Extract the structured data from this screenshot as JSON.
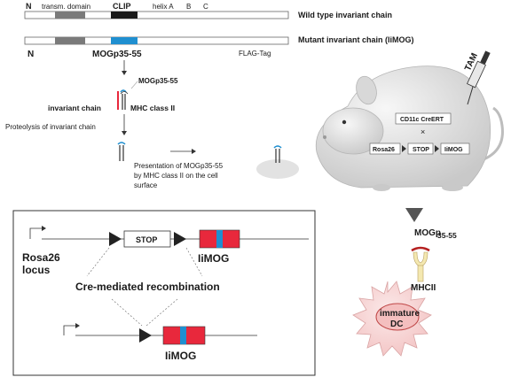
{
  "top": {
    "wt": {
      "n": "N",
      "transm": "transm. domain",
      "clip": "CLIP",
      "helix": "helix A",
      "b": "B",
      "c": "C",
      "title": "Wild type invariant chain"
    },
    "mut": {
      "n": "N",
      "mog": "MOGp35-55",
      "flag": "FLAG-Tag",
      "title": "Mutant invariant chain (IiMOG)"
    }
  },
  "process": {
    "mog_label": "MOGp35-55",
    "invariant_chain": "invariant chain",
    "mhc_class": "MHC class II",
    "proteolysis": "Proteolysis of invariant chain",
    "presentation_line1": "Presentation of MOGp35-55",
    "presentation_line2": "by MHC class II on the cell",
    "presentation_line3": "surface"
  },
  "mouse": {
    "tam": "TAM",
    "cd11c": "CD11c CreERT",
    "cross": "×",
    "rosa26": "Rosa26",
    "stop": "STOP",
    "iimog": "IiMOG"
  },
  "locus_box": {
    "stop": "STOP",
    "rosa26_line1": "Rosa26",
    "rosa26_line2": "locus",
    "iimog_top": "IiMOG",
    "recombination": "Cre-mediated recombination",
    "iimog_bottom": "IiMOG"
  },
  "dc": {
    "mog_main": "MOGp",
    "mog_sub": "35-55",
    "mhcii": "MHCII",
    "immature": "immature",
    "dc": "DC"
  },
  "colors": {
    "red": "#e8283c",
    "blue": "#1f8fd0",
    "dark": "#1a1a1a",
    "gray_segment": "#7a7a7a",
    "light_gray": "#e6e6e6"
  }
}
